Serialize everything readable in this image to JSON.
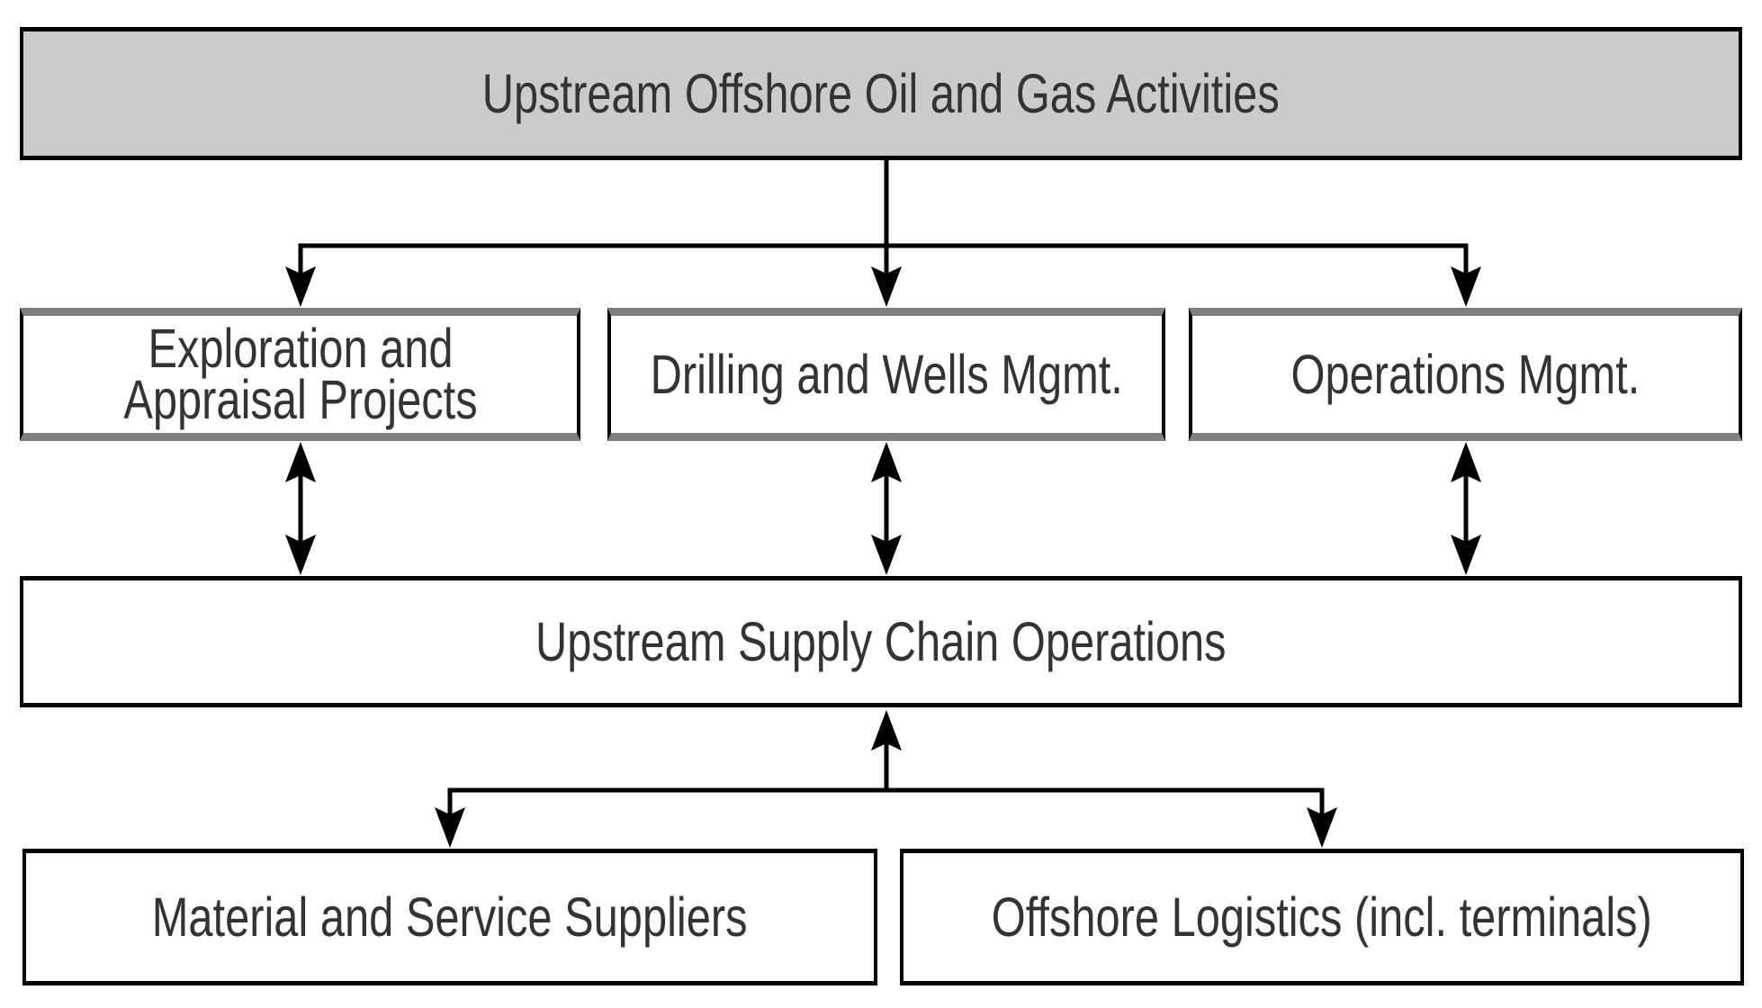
{
  "diagram": {
    "type": "flowchart",
    "nodes": {
      "top": {
        "label": "Upstream Offshore Oil and Gas Activities"
      },
      "level2": [
        {
          "label": "Exploration and Appraisal Projects"
        },
        {
          "label": "Drilling and Wells Mgmt."
        },
        {
          "label": "Operations Mgmt."
        }
      ],
      "supply": {
        "label": "Upstream Supply Chain Operations"
      },
      "level4": [
        {
          "label": "Material and Service Suppliers"
        },
        {
          "label": "Offshore Logistics (incl. terminals)"
        }
      ]
    },
    "edges": [
      {
        "from": "Upstream Offshore Oil and Gas Activities",
        "to": "Exploration and Appraisal Projects",
        "direction": "down"
      },
      {
        "from": "Upstream Offshore Oil and Gas Activities",
        "to": "Drilling and Wells Mgmt.",
        "direction": "down"
      },
      {
        "from": "Upstream Offshore Oil and Gas Activities",
        "to": "Operations Mgmt.",
        "direction": "down"
      },
      {
        "from": "Exploration and Appraisal Projects",
        "to": "Upstream Supply Chain Operations",
        "direction": "both"
      },
      {
        "from": "Drilling and Wells Mgmt.",
        "to": "Upstream Supply Chain Operations",
        "direction": "both"
      },
      {
        "from": "Operations Mgmt.",
        "to": "Upstream Supply Chain Operations",
        "direction": "both"
      },
      {
        "from": "Upstream Supply Chain Operations",
        "to": "Material and Service Suppliers",
        "direction": "both"
      },
      {
        "from": "Upstream Supply Chain Operations",
        "to": "Offshore Logistics (incl. terminals)",
        "direction": "both"
      }
    ],
    "colors": {
      "background": "#ffffff",
      "top_box_fill": "#cbcbcb",
      "gray_border": "#808080",
      "black_border": "#000000",
      "connector_line": "#000000",
      "text": "#333333"
    }
  }
}
